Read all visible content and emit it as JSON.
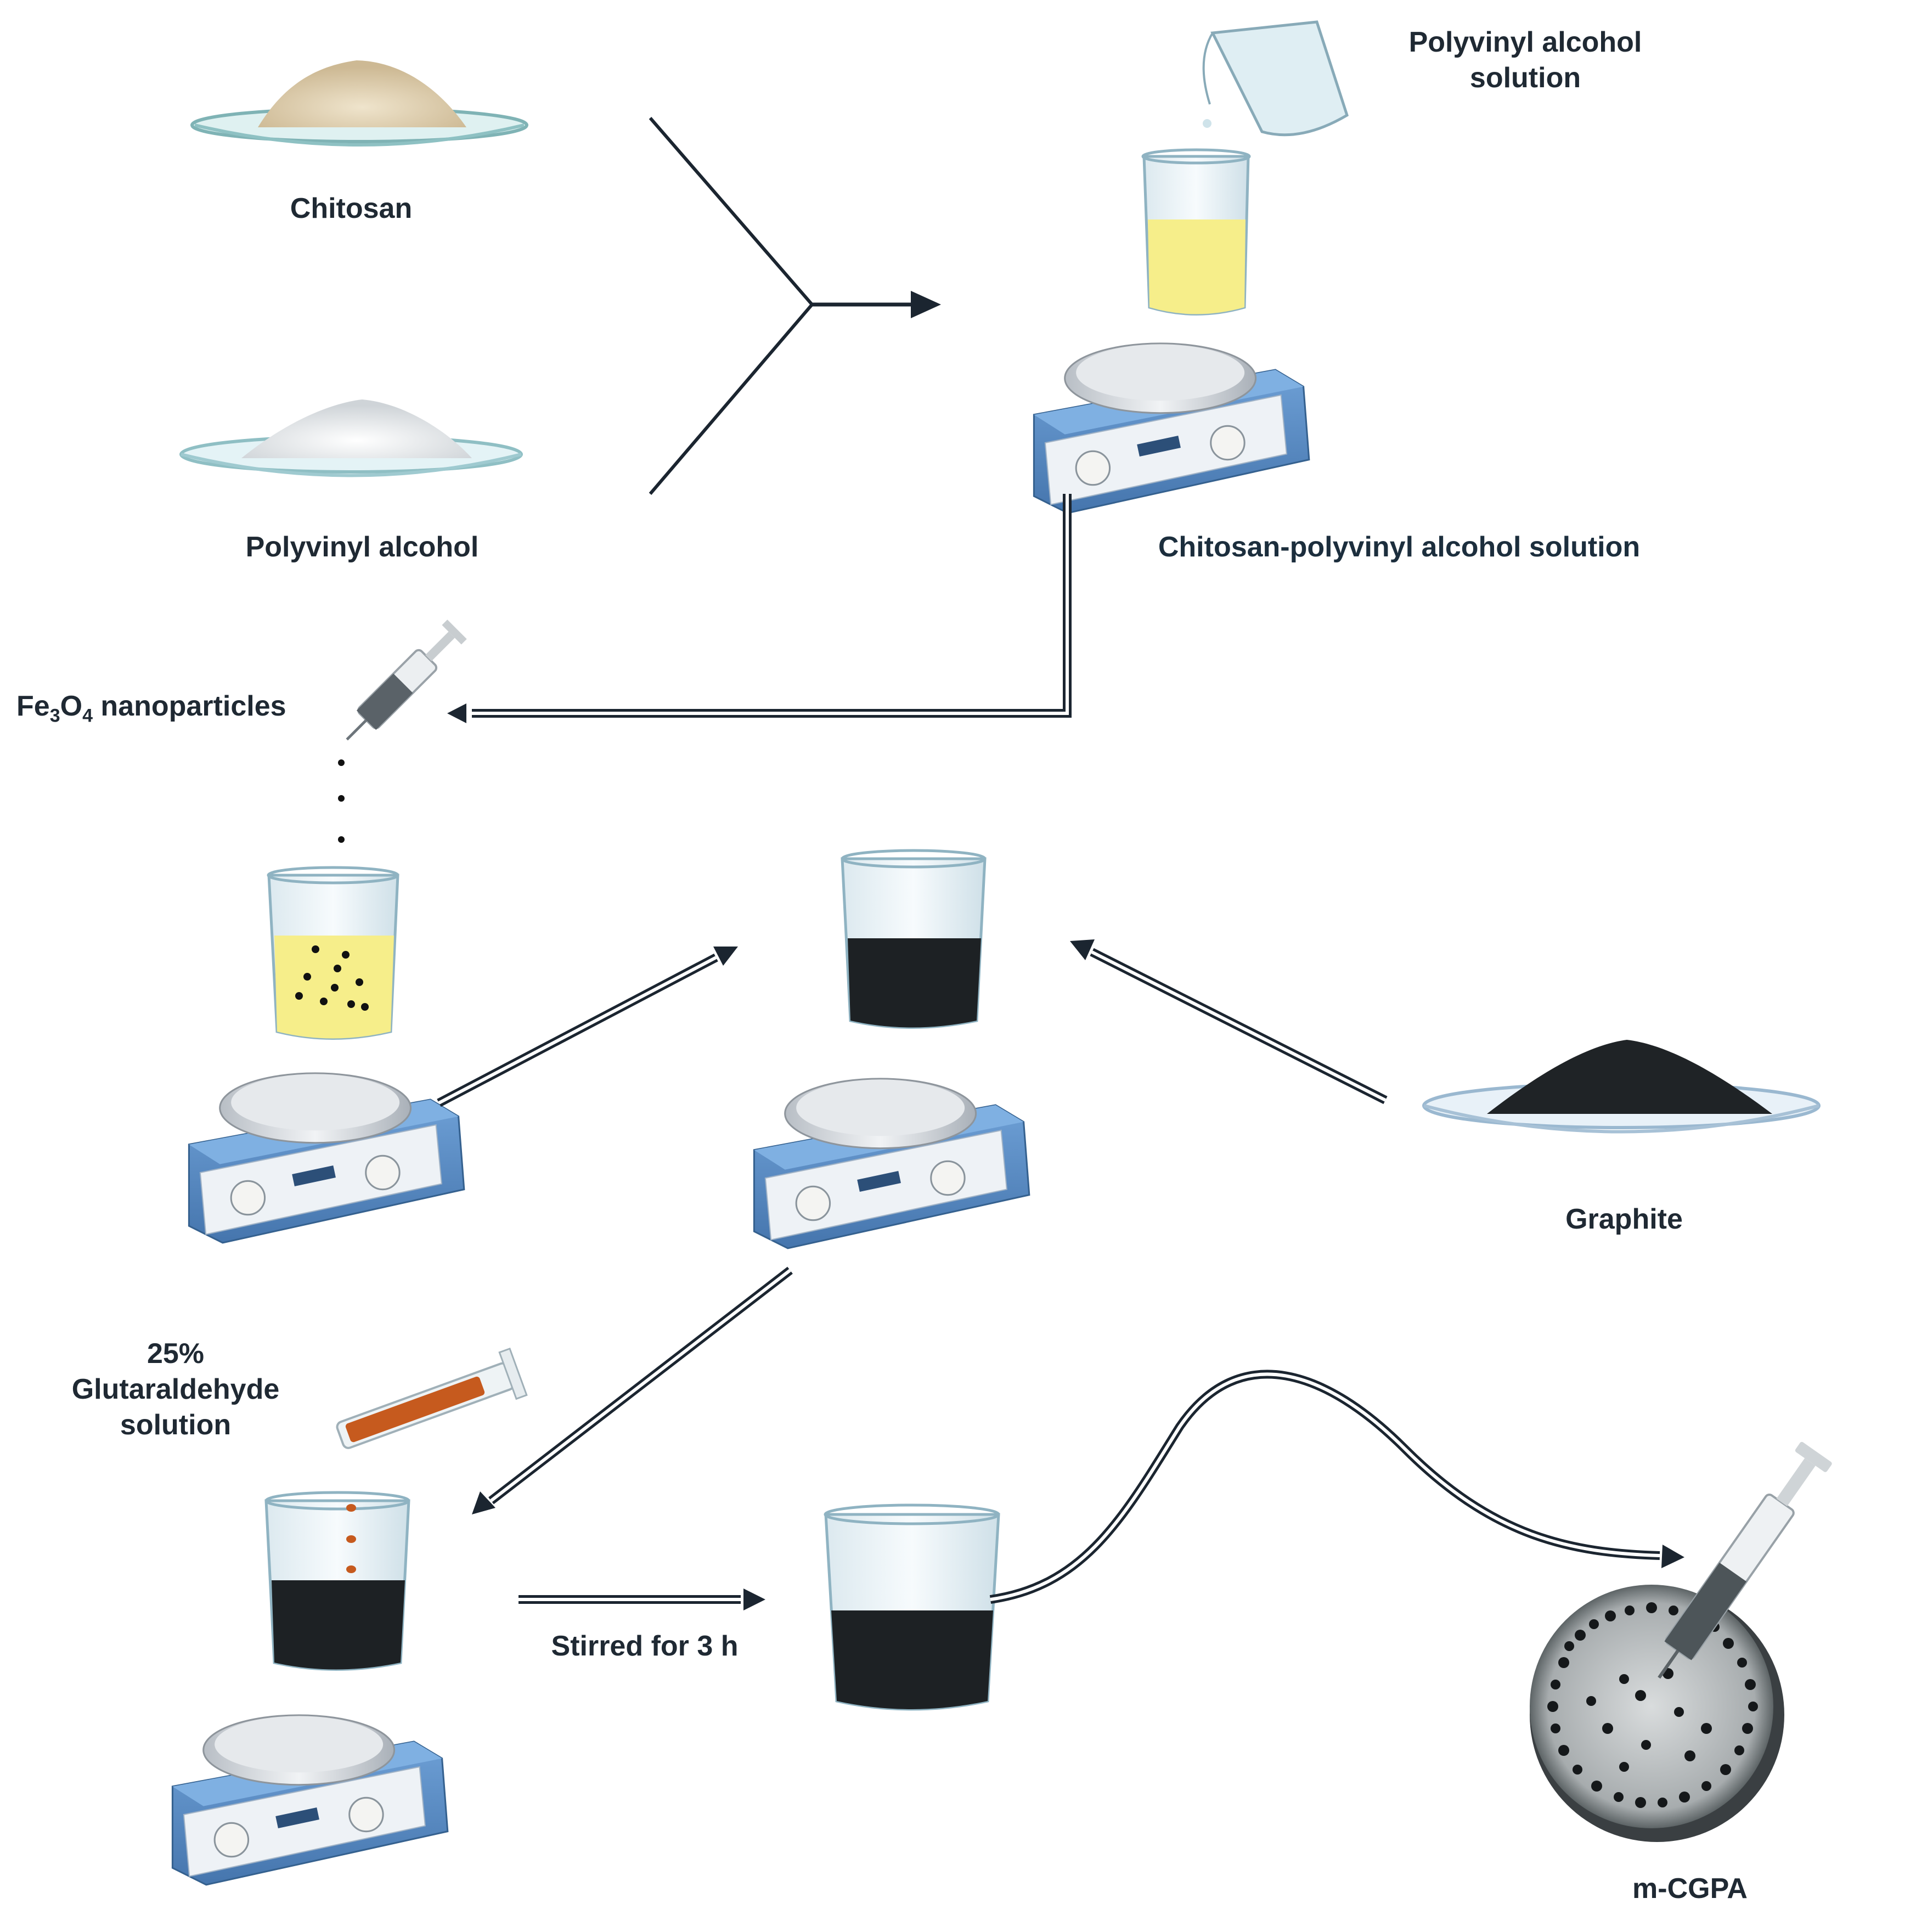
{
  "labels": {
    "chitosan": "Chitosan",
    "pva": "Polyvinyl alcohol",
    "pva_solution_line1": "Polyvinyl alcohol",
    "pva_solution_line2": "solution",
    "cs_pva_solution": "Chitosan-polyvinyl alcohol solution",
    "fe3o4_prefix": "Fe",
    "fe3o4_sub1": "3",
    "fe3o4_mid": "O",
    "fe3o4_sub2": "4",
    "fe3o4_suffix": " nanoparticles",
    "graphite": "Graphite",
    "glut_line1": "25%",
    "glut_line2": "Glutaraldehyde",
    "glut_line3": "solution",
    "stirred": "Stirred for 3 h",
    "product": "m-CGPA"
  },
  "colors": {
    "arrow": "#1b2530",
    "stirrer_body": "#5b8fc9",
    "stirrer_dark": "#3f6fa6",
    "plate_metal": "#d9dde2",
    "pva_yellow": "#f6ee8a",
    "dark_liquid": "#1d2124",
    "glass": "#e9f3f7",
    "powder_chitosan": "#e2d3b4",
    "powder_pva": "#eef0f2",
    "powder_graphite": "#202326",
    "glut_orange": "#c65a1e"
  },
  "icons": [
    "chitosan-dish-icon",
    "pva-dish-icon",
    "graphite-dish-icon",
    "pouring-beaker-icon",
    "stirrer-icon",
    "beaker-icon",
    "syringe-icon",
    "graduated-cylinder-icon",
    "petri-dish-icon"
  ]
}
